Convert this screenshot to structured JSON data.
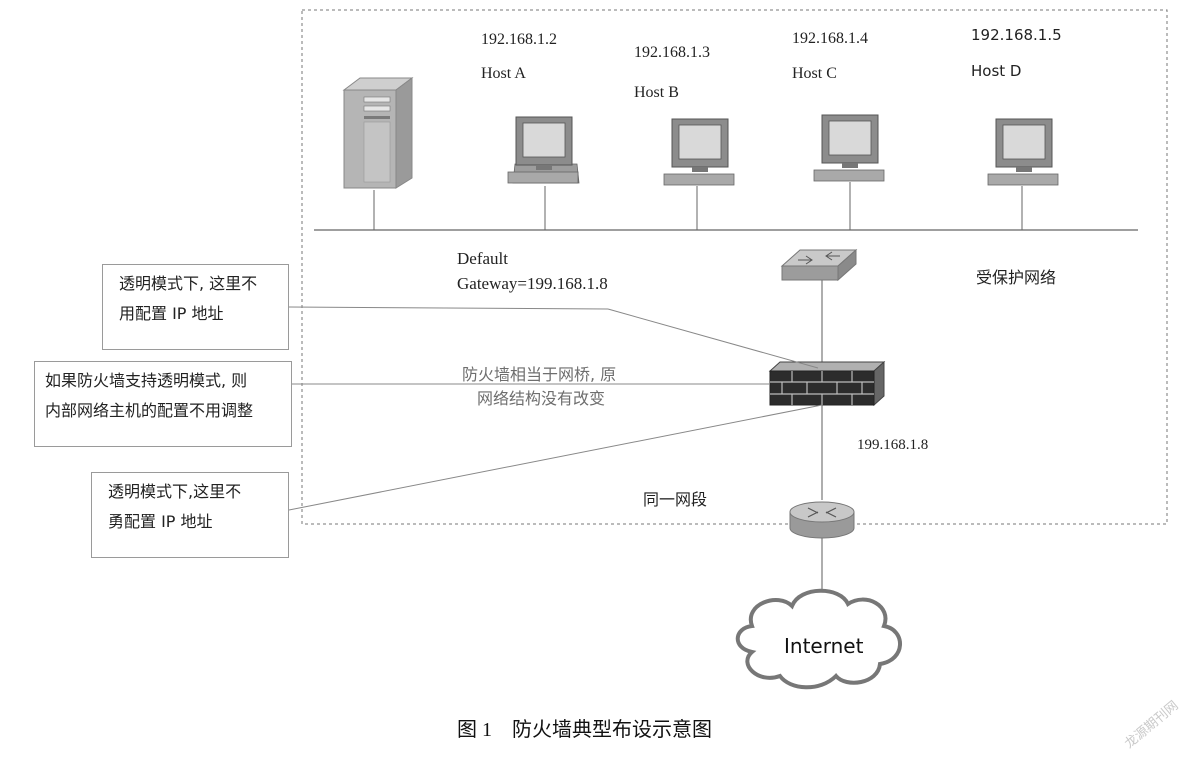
{
  "hosts": [
    {
      "ip": "192.168.1.2",
      "name": "Host  A"
    },
    {
      "ip": "192.168.1.3",
      "name": "Host  B"
    },
    {
      "ip": "192.168.1.4",
      "name": "Host  C"
    },
    {
      "ip": "192.168.1.5",
      "name": "Host D"
    }
  ],
  "gateway": {
    "line1": "Default",
    "line2": "Gateway=199.168.1.8"
  },
  "protected_network": "受保护网络",
  "bridge_note": {
    "line1": "防火墙相当于网桥, 原",
    "line2": "网络结构没有改变"
  },
  "firewall_ip": "199.168.1.8",
  "same_segment": "同一网段",
  "internet": "Internet",
  "callouts": [
    {
      "line1": "透明模式下, 这里不",
      "line2": "用配置    IP  地址"
    },
    {
      "line1": "如果防火墙支持透明模式, 则",
      "line2": "内部网络主机的配置不用调整"
    },
    {
      "line1": "透明模式下,这里不",
      "line2": "勇配置    IP  地址"
    }
  ],
  "caption": "图 1    防火墙典型布设示意图",
  "watermark": "龙源期刊网"
}
